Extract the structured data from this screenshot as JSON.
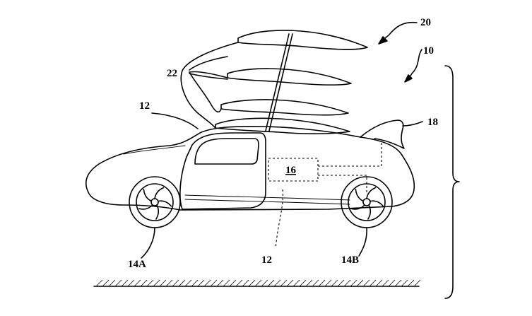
{
  "labels": {
    "vehicle_system": "10",
    "body_top": "12",
    "body_bottom": "12",
    "front_wheel": "14A",
    "rear_wheel": "14B",
    "controller": "16",
    "rear_fin": "18",
    "wing_assembly": "20",
    "wings": "22"
  }
}
